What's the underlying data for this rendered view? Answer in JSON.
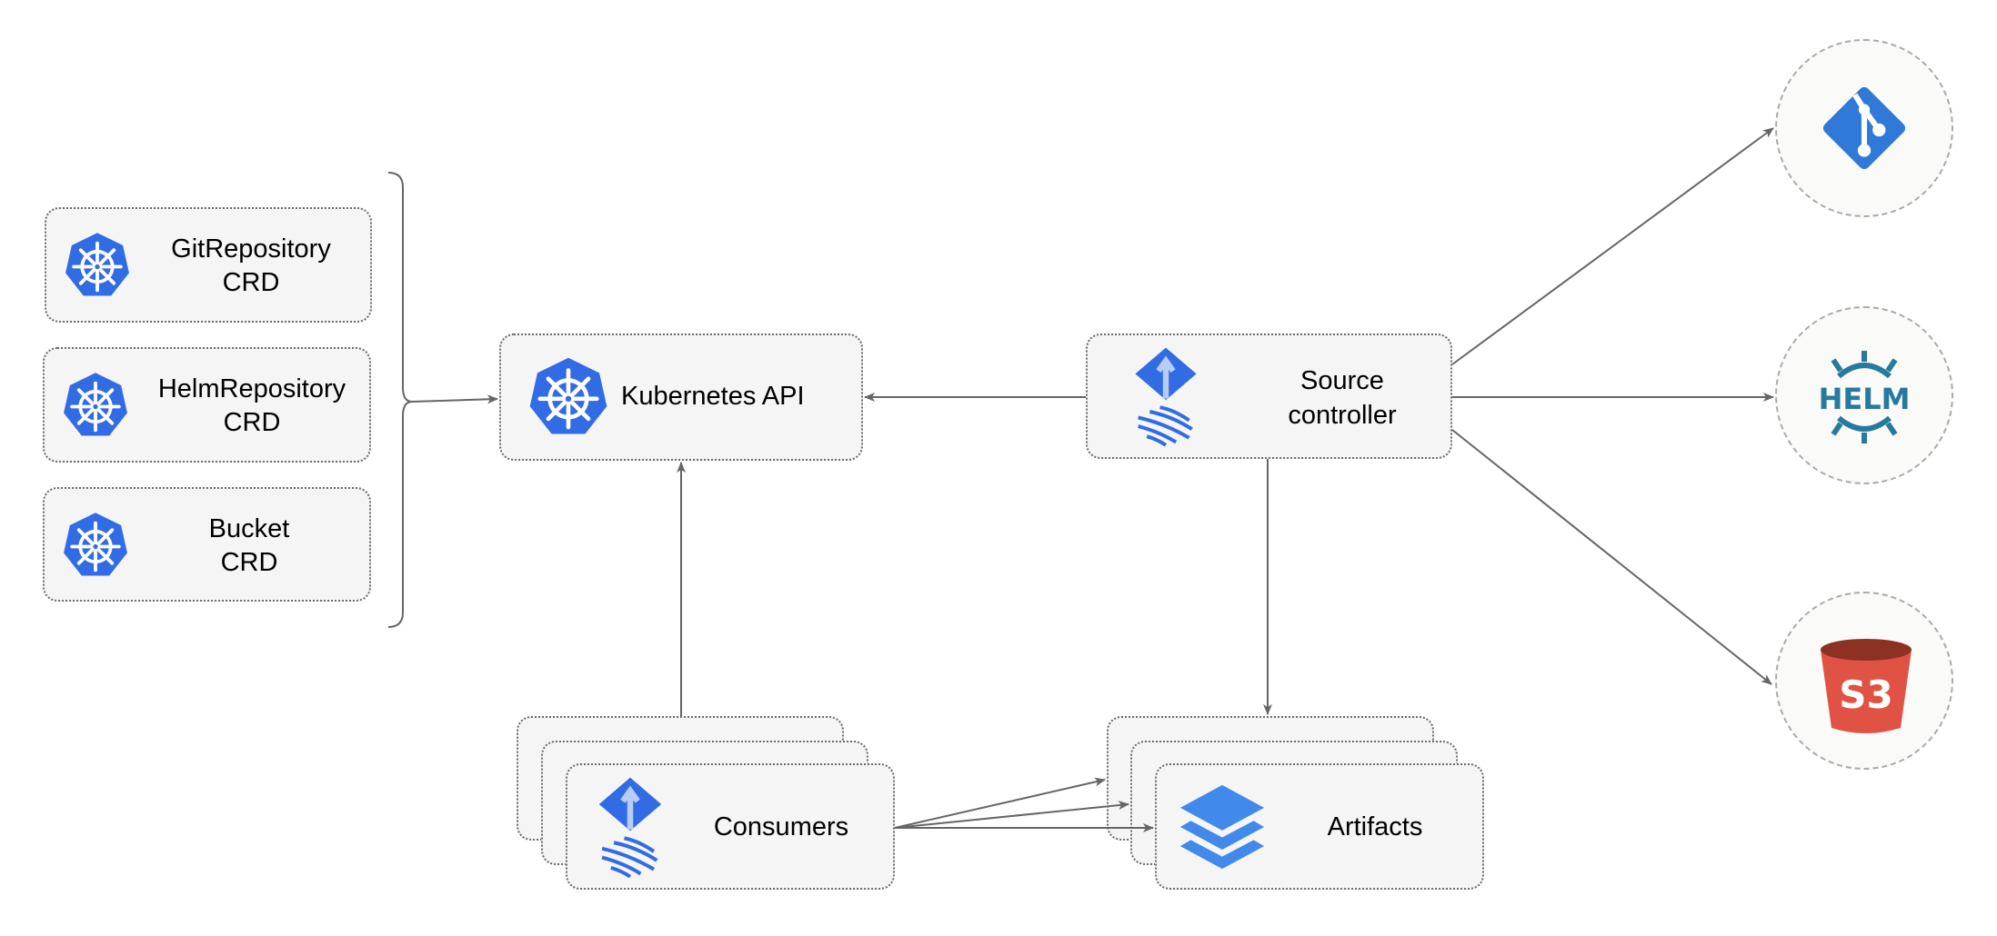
{
  "crds": [
    {
      "name": "GitRepository",
      "kind": "CRD",
      "icon": "kubernetes-icon"
    },
    {
      "name": "HelmRepository",
      "kind": "CRD",
      "icon": "kubernetes-icon"
    },
    {
      "name": "Bucket",
      "kind": "CRD",
      "icon": "kubernetes-icon"
    }
  ],
  "kubernetes_api": {
    "label": "Kubernetes API",
    "icon": "kubernetes-icon"
  },
  "source_controller": {
    "line1": "Source",
    "line2": "controller",
    "icon": "flux-icon"
  },
  "consumers": {
    "label": "Consumers",
    "icon": "flux-icon"
  },
  "artifacts": {
    "label": "Artifacts",
    "icon": "layers-icon"
  },
  "sources": [
    {
      "name": "git",
      "icon": "git-icon"
    },
    {
      "name": "helm",
      "icon": "helm-icon",
      "logo_text": "HELM"
    },
    {
      "name": "s3",
      "icon": "s3-bucket-icon",
      "logo_text": "S3"
    }
  ],
  "colors": {
    "kubernetes": "#326ce5",
    "git": "#2f7ad8",
    "helm": "#277a9f",
    "s3_red": "#e05243",
    "s3_dark": "#8c3123",
    "layers": "#4189ea",
    "arrow": "#666666"
  }
}
